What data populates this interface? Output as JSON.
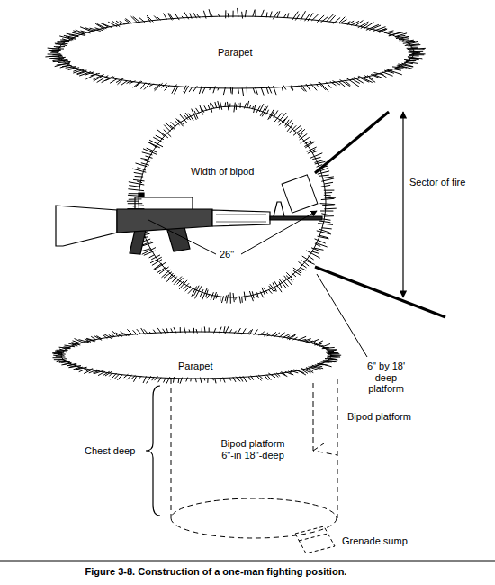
{
  "diagram": {
    "caption": "Figure 3-8. Construction of a one-man fighting position.",
    "labels": [
      "Parapet",
      "Width of bipod",
      "26\"",
      "Sector of fire",
      "6\" by 18' deep platform",
      "Parapet",
      "Bipod platform",
      "Chest deep",
      "Bipod platform 6\"-in 18\"-deep",
      "Grenade sump"
    ]
  }
}
